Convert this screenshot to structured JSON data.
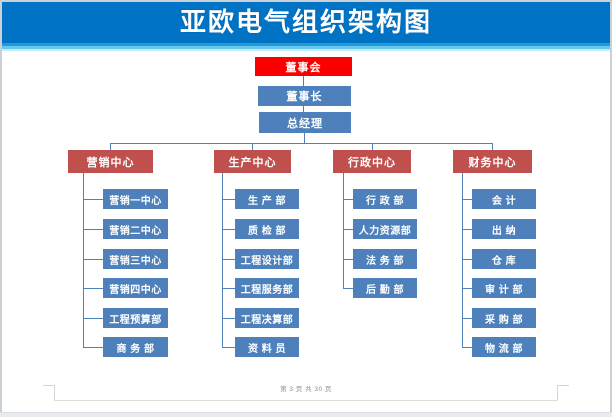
{
  "header": {
    "title": "亚欧电气组织架构图"
  },
  "org_chart": {
    "root": {
      "label": "董事会"
    },
    "chairman": {
      "label": "董事长"
    },
    "general_manager": {
      "label": "总经理"
    },
    "branches": [
      {
        "label": "营销中心",
        "children": [
          "营销一中心",
          "营销二中心",
          "营销三中心",
          "营销四中心",
          "工程预算部",
          "商 务 部"
        ]
      },
      {
        "label": "生产中心",
        "children": [
          "生 产 部",
          "质 检 部",
          "工程设计部",
          "工程服务部",
          "工程决算部",
          "资 料 员"
        ]
      },
      {
        "label": "行政中心",
        "children": [
          "行 政 部",
          "人力资源部",
          "法 务 部",
          "后 勤 部"
        ]
      },
      {
        "label": "财务中心",
        "children": [
          "会 计",
          "出 纳",
          "仓 库",
          "审 计 部",
          "采 购 部",
          "物 流 部"
        ]
      }
    ]
  },
  "footer": {
    "page_indicator": "第 3 页 共 30 页"
  },
  "colors": {
    "banner_blue": "#0173c5",
    "banner_accent_cyan": "#1e9cd8",
    "root_red": "#fb0000",
    "branch_red": "#c0504d",
    "node_blue": "#4e81bc",
    "connector_blue": "#4f81bd"
  }
}
